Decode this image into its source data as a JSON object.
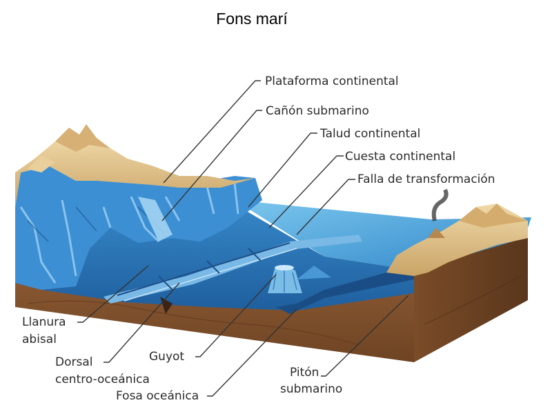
{
  "title": "Fons marí",
  "labels": {
    "plataforma": "Plataforma continental",
    "canon": "Cañón submarino",
    "talud": "Talud continental",
    "cuesta": "Cuesta continental",
    "falla": "Falla de transformación",
    "llanura_1": "Llanura",
    "llanura_2": "abisal",
    "guyot": "Guyot",
    "dorsal_1": "Dorsal",
    "dorsal_2": "centro-oceánica",
    "fosa": "Fosa oceánica",
    "piton_1": "Pitón",
    "piton_2": "submarino"
  },
  "colors": {
    "ocean_deep": "#2a6fb4",
    "ocean_light": "#5fb0e0",
    "land_sand": "#e2c48a",
    "earth_brown": "#8a5a34"
  }
}
